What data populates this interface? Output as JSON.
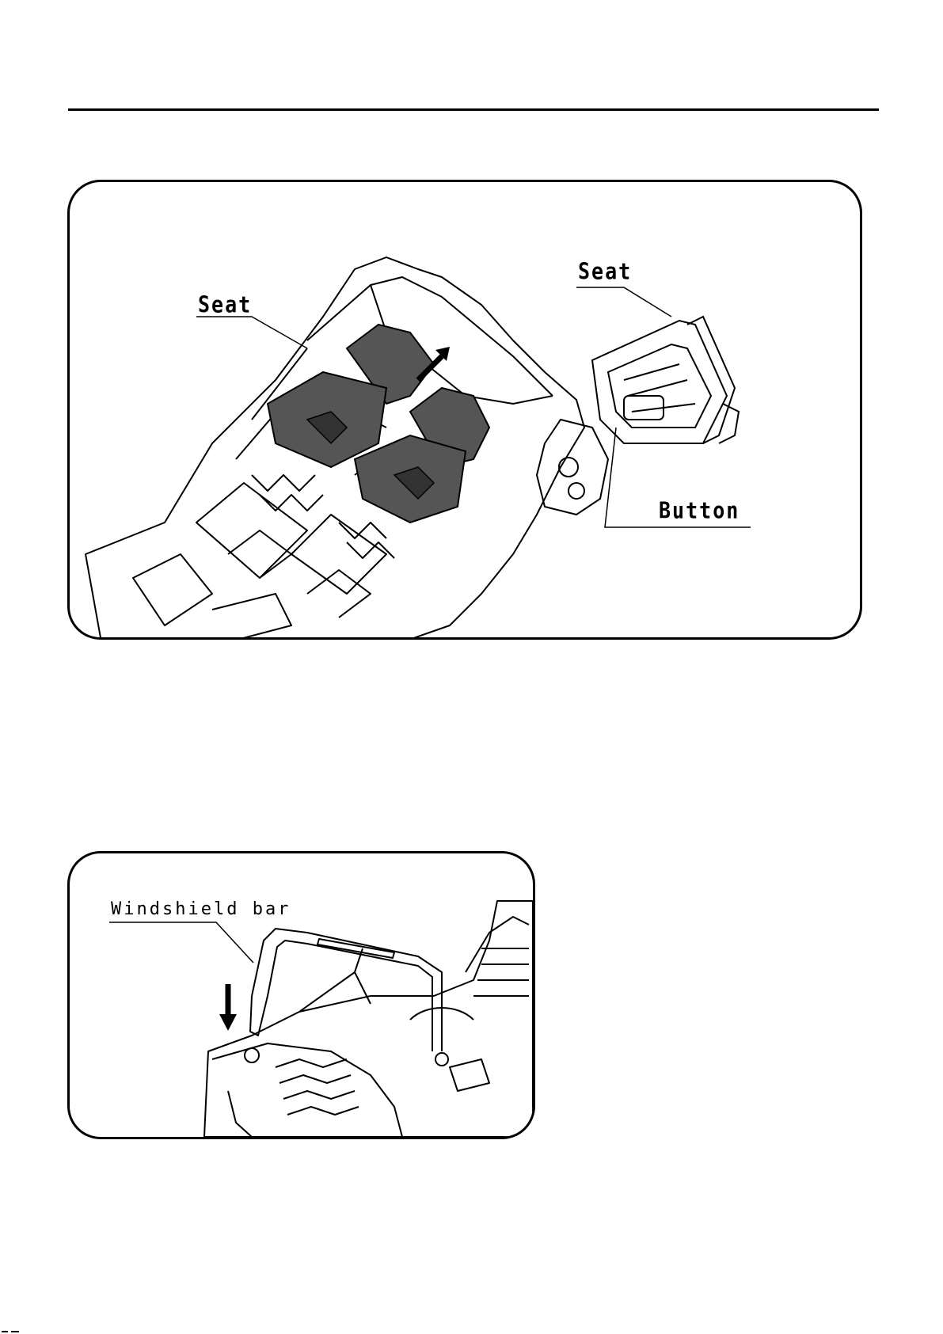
{
  "page": {
    "background": "#ffffff",
    "line_color": "#000000",
    "seat_fill": "#555555"
  },
  "figure1": {
    "labels": {
      "seat_left": "Seat",
      "seat_right": "Seat",
      "button": "Button"
    },
    "arrow_icon": "arrow-up-right-icon"
  },
  "figure2": {
    "labels": {
      "windshield_bar": "Windshield bar"
    },
    "arrow_icon": "arrow-down-icon"
  }
}
